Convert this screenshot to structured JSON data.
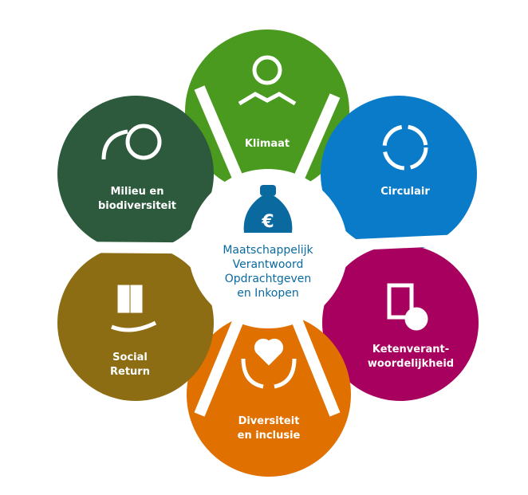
{
  "center": {
    "title_lines": [
      "Maatschappelijk",
      "Verantwoord",
      "Opdrachtgeven",
      "en Inkopen"
    ],
    "icon": "money-bag-euro-icon",
    "color": "#0a6aa0"
  },
  "petals": [
    {
      "label": "Klimaat",
      "color": "#4a9a1f",
      "icon": "handshake-globe-icon"
    },
    {
      "label": "Circulair",
      "color": "#0a7bc8",
      "icon": "recycle-arrows-icon"
    },
    {
      "label": "Ketenverant-\nwoordelijkheid",
      "color": "#a8005e",
      "icon": "document-globe-icon"
    },
    {
      "label": "Diversiteit\nen inclusie",
      "color": "#e07000",
      "icon": "heart-hands-icon"
    },
    {
      "label": "Social\nReturn",
      "color": "#8c6d14",
      "icon": "people-hand-icon"
    },
    {
      "label": "Milieu en\nbiodiversiteit",
      "color": "#2d5a3c",
      "icon": "leaf-globe-icon"
    }
  ]
}
